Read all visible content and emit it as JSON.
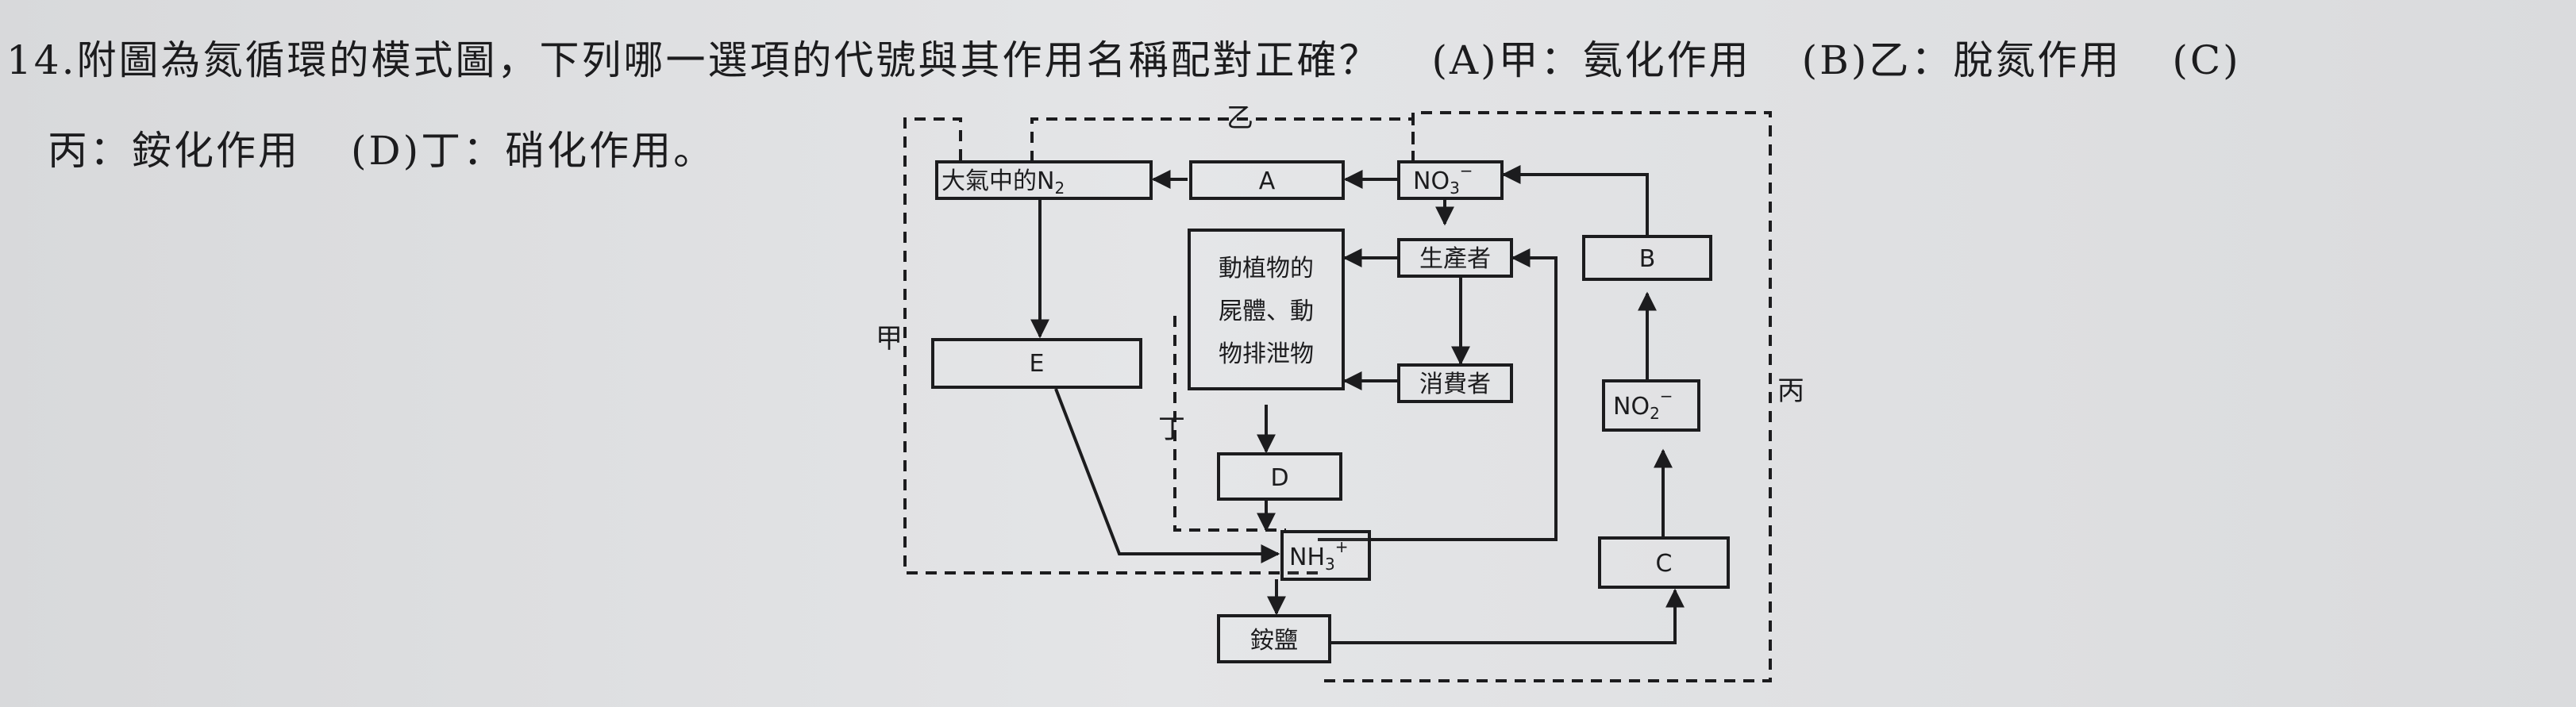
{
  "question": {
    "number": "14.",
    "stem": "附圖為氮循環的模式圖，下列哪一選項的代號與其作用名稱配對正確？",
    "option_a": "(A)甲：氨化作用",
    "option_b": "(B)乙：脫氮作用",
    "option_c": "(C)",
    "option_c_rest": "丙：銨化作用",
    "option_d": "(D)丁：硝化作用。"
  },
  "diagram": {
    "boxes": {
      "n2_prefix": "大氣中的",
      "n2_formula": "N",
      "n2_sub": "2",
      "a": "A",
      "no3_formula": "NO",
      "no3_sub": "3",
      "no3_sup": "−",
      "b": "B",
      "producer": "生產者",
      "consumer": "消費者",
      "remains_line1": "動植物的",
      "remains_line2": "屍體、動",
      "remains_line3": "物排泄物",
      "e": "E",
      "no2_formula": "NO",
      "no2_sub": "2",
      "no2_sup": "−",
      "d": "D",
      "nh3_formula": "NH",
      "nh3_sub": "3",
      "nh3_sup": "+",
      "c": "C",
      "ammonium": "銨鹽"
    },
    "labels": {
      "jia": "甲",
      "yi": "乙",
      "bing": "丙",
      "ding": "丁"
    }
  }
}
